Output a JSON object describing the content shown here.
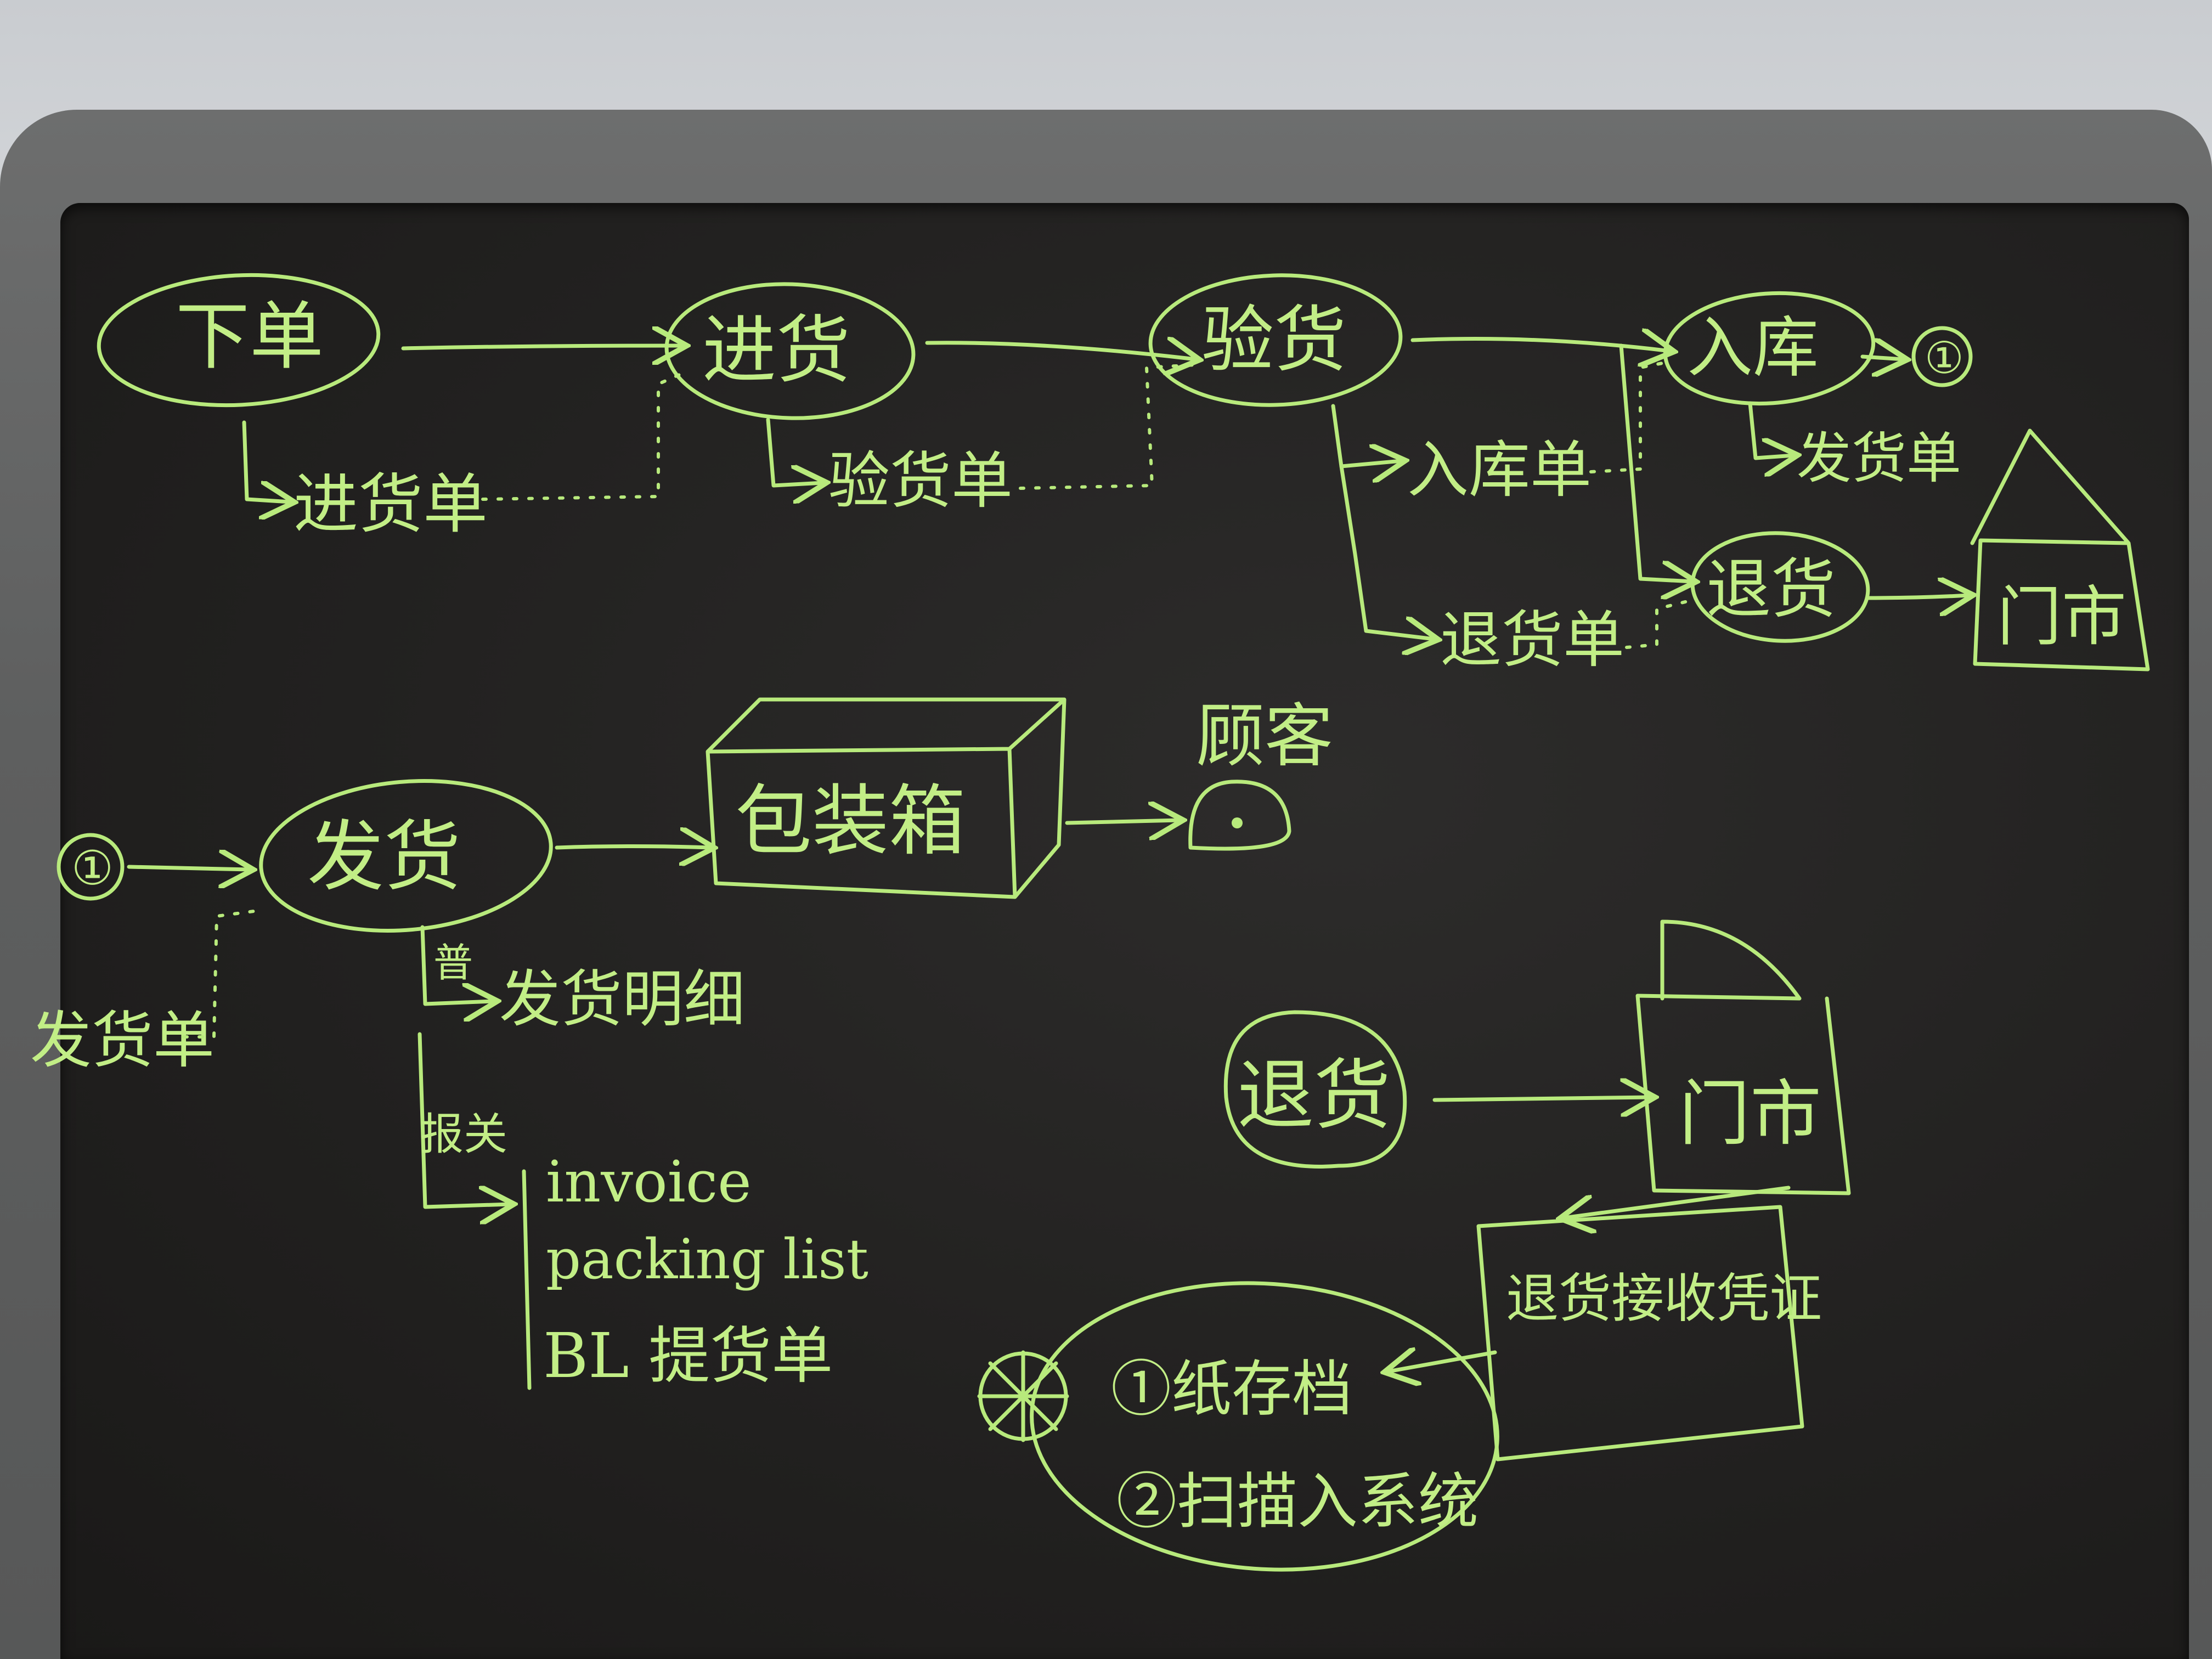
{
  "row1": {
    "order": "下单",
    "order_doc": "进货单",
    "purchase": "进货",
    "purchase_doc": "验货单",
    "inspect": "验货",
    "inspect_doc_in": "入库单",
    "inspect_doc_return": "退货单",
    "stock_in": "入库",
    "stock_in_doc": "发货单",
    "connector": "①",
    "return": "退货",
    "store": "门市"
  },
  "row2": {
    "connector": "①",
    "ship": "发货",
    "ship_doc": "发货单",
    "box": "包装箱",
    "customer": "顾客",
    "normal_tag": "普",
    "normal_item": "发货明细",
    "customs_tag": "报关",
    "customs_items": [
      "invoice",
      "packing list",
      "BL 提货单"
    ]
  },
  "row3": {
    "return": "退货",
    "store": "门市",
    "return_receipt": "退货接收凭证",
    "step1": "①纸存档",
    "step2": "②扫描入系统"
  },
  "colors": {
    "ink": "#b8ea7c",
    "screen": "#222120",
    "bezel": "#5e5f5f"
  }
}
